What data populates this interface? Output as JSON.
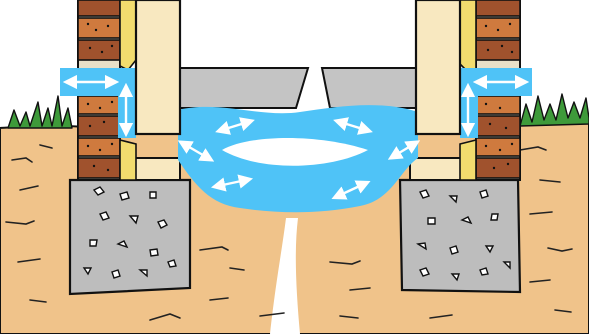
{
  "diagram": {
    "labels": [],
    "colors": {
      "soil": "#f0c38a",
      "soil_lines": "#222222",
      "grass": "#3e9a3a",
      "brick_dark": "#a0522d",
      "brick_light": "#cf7a3e",
      "mortar_insulation": "#f2dc6e",
      "wooden_post": "#f8e8c0",
      "concrete": "#bdbdbd",
      "floor_joist": "#c4c4c4",
      "air_flow": "#4fc3f7",
      "arrow": "#ffffff",
      "outline": "#111111",
      "background": "#ffffff"
    },
    "icons": [
      "air-flow-arrow-icon"
    ],
    "parts": [
      "left-brick-wall",
      "right-brick-wall",
      "left-wooden-post",
      "right-wooden-post",
      "left-concrete-footing",
      "right-concrete-footing",
      "left-floor-beam",
      "right-floor-beam",
      "crawlspace-air-flow",
      "soil",
      "grass"
    ]
  }
}
